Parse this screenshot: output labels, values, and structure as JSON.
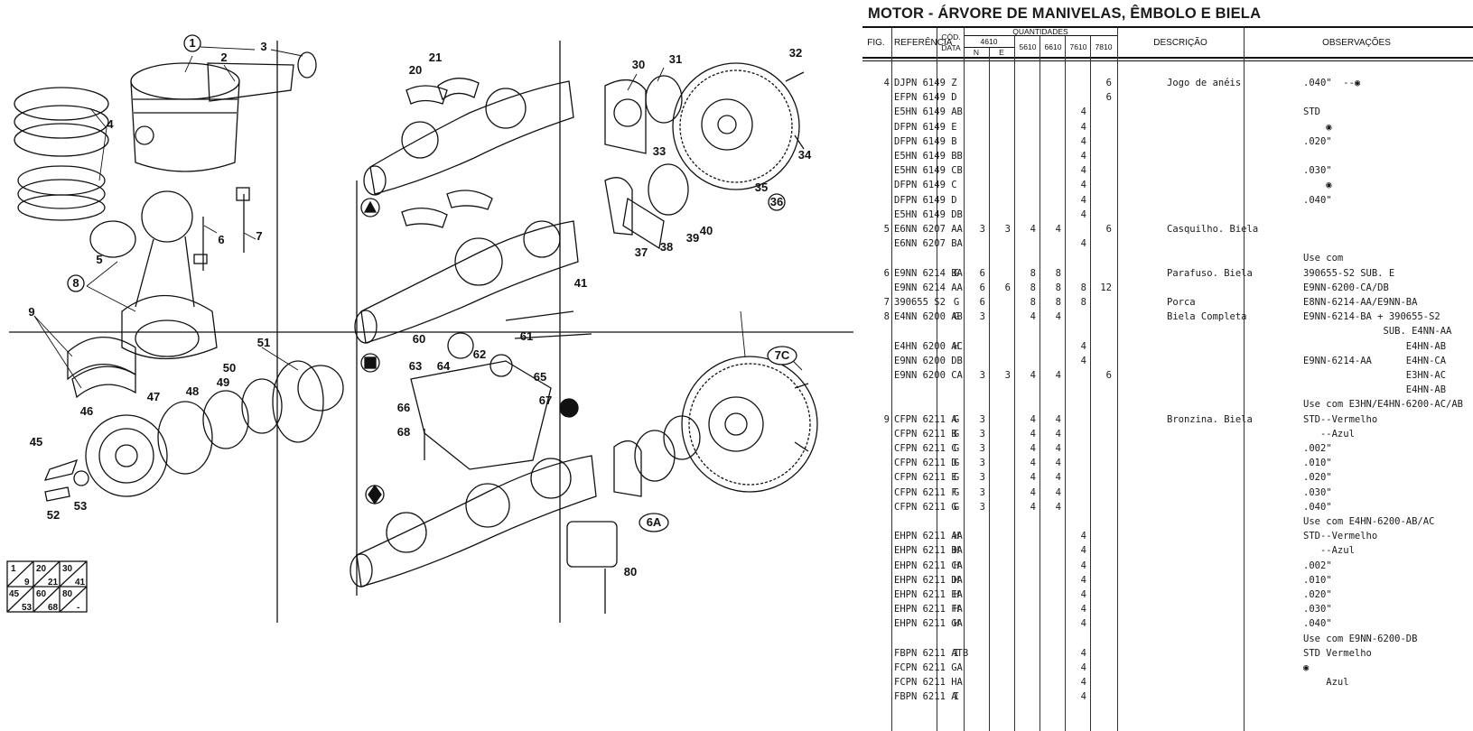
{
  "title": "MOTOR - ÁRVORE DE MANIVELAS, ÊMBOLO E BIELA",
  "table_header": {
    "fig": "FIG.",
    "referencia": "REFERÊNCIA",
    "cod_data_1": "CÓD.",
    "cod_data_2": "DATA",
    "quantidades": "QUANTIDADES",
    "q4610": "4610",
    "n": "N",
    "e": "E",
    "q5610": "5610",
    "q6610": "6610",
    "q7610": "7610",
    "q7810": "7810",
    "descricao": "DESCRIÇÃO",
    "observacoes": "OBSERVAÇÕES"
  },
  "rows": [
    {
      "fig": "4",
      "ref": "DJPN 6149 Z",
      "cod": "",
      "n": "",
      "e": "",
      "q5610": "",
      "q6610": "",
      "q7610": "",
      "q7810": "6",
      "desc": "Jogo de anéis",
      "obs": ".040\"  --◉"
    },
    {
      "fig": "",
      "ref": "EFPN 6149 D",
      "cod": "",
      "n": "",
      "e": "",
      "q5610": "",
      "q6610": "",
      "q7610": "",
      "q7810": "6",
      "desc": "",
      "obs": ""
    },
    {
      "fig": "",
      "ref": "E5HN 6149 AB",
      "cod": "",
      "n": "",
      "e": "",
      "q5610": "",
      "q6610": "",
      "q7610": "4",
      "q7810": "",
      "desc": "",
      "obs": "STD"
    },
    {
      "fig": "",
      "ref": "DFPN 6149 E",
      "cod": "",
      "n": "",
      "e": "",
      "q5610": "",
      "q6610": "",
      "q7610": "4",
      "q7810": "",
      "desc": "",
      "obs": "    ◉"
    },
    {
      "fig": "",
      "ref": "DFPN 6149 B",
      "cod": "",
      "n": "",
      "e": "",
      "q5610": "",
      "q6610": "",
      "q7610": "4",
      "q7810": "",
      "desc": "",
      "obs": ".020\""
    },
    {
      "fig": "",
      "ref": "E5HN 6149 BB",
      "cod": "",
      "n": "",
      "e": "",
      "q5610": "",
      "q6610": "",
      "q7610": "4",
      "q7810": "",
      "desc": "",
      "obs": ""
    },
    {
      "fig": "",
      "ref": "E5HN 6149 CB",
      "cod": "",
      "n": "",
      "e": "",
      "q5610": "",
      "q6610": "",
      "q7610": "4",
      "q7810": "",
      "desc": "",
      "obs": ".030\""
    },
    {
      "fig": "",
      "ref": "DFPN 6149 C",
      "cod": "",
      "n": "",
      "e": "",
      "q5610": "",
      "q6610": "",
      "q7610": "4",
      "q7810": "",
      "desc": "",
      "obs": "    ◉"
    },
    {
      "fig": "",
      "ref": "DFPN 6149 D",
      "cod": "",
      "n": "",
      "e": "",
      "q5610": "",
      "q6610": "",
      "q7610": "4",
      "q7810": "",
      "desc": "",
      "obs": ".040\""
    },
    {
      "fig": "",
      "ref": "E5HN 6149 DB",
      "cod": "",
      "n": "",
      "e": "",
      "q5610": "",
      "q6610": "",
      "q7610": "4",
      "q7810": "",
      "desc": "",
      "obs": ""
    },
    {
      "fig": "5",
      "ref": "E6NN 6207 AA",
      "cod": "",
      "n": "3",
      "e": "3",
      "q5610": "4",
      "q6610": "4",
      "q7610": "",
      "q7810": "6",
      "desc": "Casquilho. Biela",
      "obs": ""
    },
    {
      "fig": "",
      "ref": "E6NN 6207 BA",
      "cod": "",
      "n": "",
      "e": "",
      "q5610": "",
      "q6610": "",
      "q7610": "4",
      "q7810": "",
      "desc": "",
      "obs": ""
    },
    {
      "fig": "",
      "ref": "",
      "cod": "",
      "n": "",
      "e": "",
      "q5610": "",
      "q6610": "",
      "q7610": "",
      "q7810": "",
      "desc": "",
      "obs": "Use com"
    },
    {
      "fig": "6",
      "ref": "E9NN 6214 BA",
      "cod": "G",
      "n": "6",
      "e": "",
      "q5610": "8",
      "q6610": "8",
      "q7610": "",
      "q7810": "",
      "desc": "Parafuso. Biela",
      "obs": "390655-S2 SUB. E"
    },
    {
      "fig": "",
      "ref": "E9NN 6214 AA",
      "cod": "",
      "n": "6",
      "e": "6",
      "q5610": "8",
      "q6610": "8",
      "q7610": "8",
      "q7810": "12",
      "desc": "",
      "obs": "E9NN-6200-CA/DB"
    },
    {
      "fig": "7",
      "ref": "390655 S2",
      "cod": "G",
      "n": "6",
      "e": "",
      "q5610": "8",
      "q6610": "8",
      "q7610": "8",
      "q7810": "",
      "desc": "Porca",
      "obs": "E8NN-6214-AA/E9NN-BA"
    },
    {
      "fig": "8",
      "ref": "E4NN 6200 AB",
      "cod": "G",
      "n": "3",
      "e": "",
      "q5610": "4",
      "q6610": "4",
      "q7610": "",
      "q7810": "",
      "desc": "Biela Completa",
      "obs": "E9NN-6214-BA + 390655-S2"
    },
    {
      "fig": "",
      "ref": "",
      "cod": "",
      "n": "",
      "e": "",
      "q5610": "",
      "q6610": "",
      "q7610": "",
      "q7810": "",
      "desc": "",
      "obs": "              SUB. E4NN-AA"
    },
    {
      "fig": "",
      "ref": "E4HN 6200 AC",
      "cod": "H",
      "n": "",
      "e": "",
      "q5610": "",
      "q6610": "",
      "q7610": "4",
      "q7810": "",
      "desc": "",
      "obs": "                  E4HN-AB"
    },
    {
      "fig": "",
      "ref": "E9NN 6200 DB",
      "cod": "",
      "n": "",
      "e": "",
      "q5610": "",
      "q6610": "",
      "q7610": "4",
      "q7810": "",
      "desc": "",
      "obs": "E9NN-6214-AA      E4HN-CA"
    },
    {
      "fig": "",
      "ref": "E9NN 6200 CA",
      "cod": "",
      "n": "3",
      "e": "3",
      "q5610": "4",
      "q6610": "4",
      "q7610": "",
      "q7810": "6",
      "desc": "",
      "obs": "                  E3HN-AC"
    },
    {
      "fig": "",
      "ref": "",
      "cod": "",
      "n": "",
      "e": "",
      "q5610": "",
      "q6610": "",
      "q7610": "",
      "q7810": "",
      "desc": "",
      "obs": "                  E4HN-AB"
    },
    {
      "fig": "",
      "ref": "",
      "cod": "",
      "n": "",
      "e": "",
      "q5610": "",
      "q6610": "",
      "q7610": "",
      "q7810": "",
      "desc": "",
      "obs": "Use com E3HN/E4HN-6200-AC/AB"
    },
    {
      "fig": "9",
      "ref": "CFPN 6211 A",
      "cod": "G",
      "n": "3",
      "e": "",
      "q5610": "4",
      "q6610": "4",
      "q7610": "",
      "q7810": "",
      "desc": "Bronzina. Biela",
      "obs": "STD--Vermelho"
    },
    {
      "fig": "",
      "ref": "CFPN 6211 B",
      "cod": "G",
      "n": "3",
      "e": "",
      "q5610": "4",
      "q6610": "4",
      "q7610": "",
      "q7810": "",
      "desc": "",
      "obs": "   --Azul"
    },
    {
      "fig": "",
      "ref": "CFPN 6211 C",
      "cod": "G",
      "n": "3",
      "e": "",
      "q5610": "4",
      "q6610": "4",
      "q7610": "",
      "q7810": "",
      "desc": "",
      "obs": ".002\""
    },
    {
      "fig": "",
      "ref": "CFPN 6211 D",
      "cod": "G",
      "n": "3",
      "e": "",
      "q5610": "4",
      "q6610": "4",
      "q7610": "",
      "q7810": "",
      "desc": "",
      "obs": ".010\""
    },
    {
      "fig": "",
      "ref": "CFPN 6211 E",
      "cod": "G",
      "n": "3",
      "e": "",
      "q5610": "4",
      "q6610": "4",
      "q7610": "",
      "q7810": "",
      "desc": "",
      "obs": ".020\""
    },
    {
      "fig": "",
      "ref": "CFPN 6211 F",
      "cod": "G",
      "n": "3",
      "e": "",
      "q5610": "4",
      "q6610": "4",
      "q7610": "",
      "q7810": "",
      "desc": "",
      "obs": ".030\""
    },
    {
      "fig": "",
      "ref": "CFPN 6211 G",
      "cod": "G",
      "n": "3",
      "e": "",
      "q5610": "4",
      "q6610": "4",
      "q7610": "",
      "q7810": "",
      "desc": "",
      "obs": ".040\""
    },
    {
      "fig": "",
      "ref": "",
      "cod": "",
      "n": "",
      "e": "",
      "q5610": "",
      "q6610": "",
      "q7610": "",
      "q7810": "",
      "desc": "",
      "obs": "Use com E4HN-6200-AB/AC"
    },
    {
      "fig": "",
      "ref": "EHPN 6211 AA",
      "cod": "H",
      "n": "",
      "e": "",
      "q5610": "",
      "q6610": "",
      "q7610": "4",
      "q7810": "",
      "desc": "",
      "obs": "STD--Vermelho"
    },
    {
      "fig": "",
      "ref": "EHPN 6211 BA",
      "cod": "H",
      "n": "",
      "e": "",
      "q5610": "",
      "q6610": "",
      "q7610": "4",
      "q7810": "",
      "desc": "",
      "obs": "   --Azul"
    },
    {
      "fig": "",
      "ref": "EHPN 6211 CA",
      "cod": "H",
      "n": "",
      "e": "",
      "q5610": "",
      "q6610": "",
      "q7610": "4",
      "q7810": "",
      "desc": "",
      "obs": ".002\""
    },
    {
      "fig": "",
      "ref": "EHPN 6211 DA",
      "cod": "H",
      "n": "",
      "e": "",
      "q5610": "",
      "q6610": "",
      "q7610": "4",
      "q7810": "",
      "desc": "",
      "obs": ".010\""
    },
    {
      "fig": "",
      "ref": "EHPN 6211 EA",
      "cod": "H",
      "n": "",
      "e": "",
      "q5610": "",
      "q6610": "",
      "q7610": "4",
      "q7810": "",
      "desc": "",
      "obs": ".020\""
    },
    {
      "fig": "",
      "ref": "EHPN 6211 FA",
      "cod": "H",
      "n": "",
      "e": "",
      "q5610": "",
      "q6610": "",
      "q7610": "4",
      "q7810": "",
      "desc": "",
      "obs": ".030\""
    },
    {
      "fig": "",
      "ref": "EHPN 6211 GA",
      "cod": "H",
      "n": "",
      "e": "",
      "q5610": "",
      "q6610": "",
      "q7610": "4",
      "q7810": "",
      "desc": "",
      "obs": ".040\""
    },
    {
      "fig": "",
      "ref": "",
      "cod": "",
      "n": "",
      "e": "",
      "q5610": "",
      "q6610": "",
      "q7610": "",
      "q7810": "",
      "desc": "",
      "obs": "Use com E9NN-6200-DB"
    },
    {
      "fig": "",
      "ref": "FBPN 6211 ATB",
      "cod": "I",
      "n": "",
      "e": "",
      "q5610": "",
      "q6610": "",
      "q7610": "4",
      "q7810": "",
      "desc": "",
      "obs": "STD Vermelho"
    },
    {
      "fig": "",
      "ref": "FCPN 6211 GA",
      "cod": "",
      "n": "",
      "e": "",
      "q5610": "",
      "q6610": "",
      "q7610": "4",
      "q7810": "",
      "desc": "",
      "obs": "◉"
    },
    {
      "fig": "",
      "ref": "FCPN 6211 HA",
      "cod": "",
      "n": "",
      "e": "",
      "q5610": "",
      "q6610": "",
      "q7610": "4",
      "q7810": "",
      "desc": "",
      "obs": "    Azul"
    },
    {
      "fig": "",
      "ref": "FBPN 6211 A",
      "cod": "I",
      "n": "",
      "e": "",
      "q5610": "",
      "q6610": "",
      "q7610": "4",
      "q7810": "",
      "desc": "",
      "obs": ""
    }
  ],
  "callouts": [
    "1",
    "2",
    "3",
    "4",
    "5",
    "6",
    "7",
    "8",
    "9",
    "20",
    "21",
    "30",
    "31",
    "32",
    "33",
    "34",
    "35",
    "36",
    "37",
    "38",
    "39",
    "40",
    "41",
    "45",
    "46",
    "47",
    "48",
    "49",
    "50",
    "51",
    "52",
    "53",
    "60",
    "61",
    "62",
    "63",
    "64",
    "65",
    "66",
    "67",
    "68",
    "80",
    "6A",
    "7C"
  ],
  "legend_grid": [
    [
      "1",
      "9",
      "20",
      "21",
      "30",
      "41"
    ],
    [
      "45",
      "53",
      "60",
      "68",
      "80",
      "-"
    ]
  ]
}
